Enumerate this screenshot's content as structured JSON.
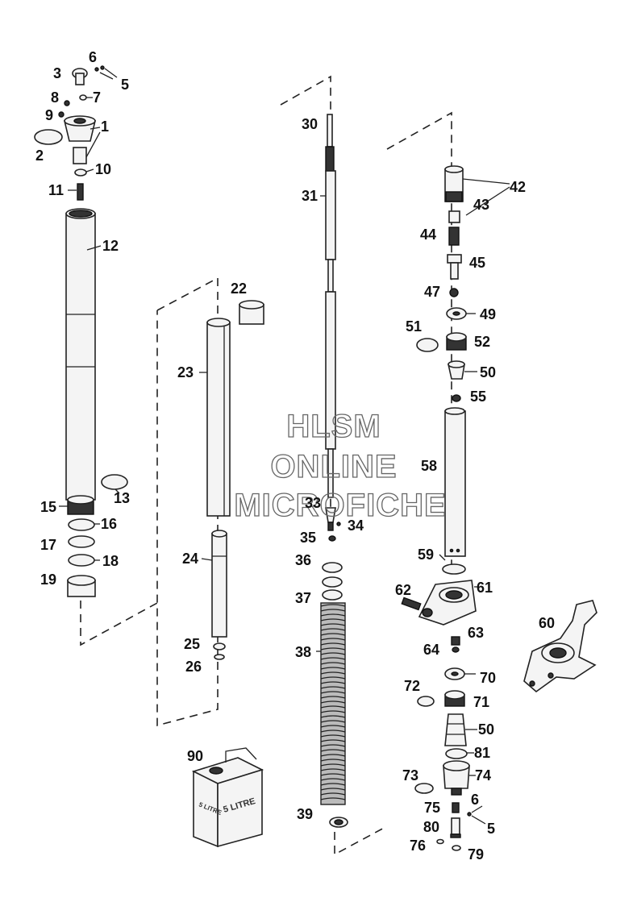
{
  "watermark": {
    "line1": "HLSM",
    "line2": "ONLINE",
    "line3": "MICROFICHE"
  },
  "can_text": {
    "small": "5 LITRE",
    "large": "5 LITRE"
  },
  "labels": {
    "l1": "1",
    "l2": "2",
    "l3": "3",
    "l5a": "5",
    "l5b": "5",
    "l6a": "6",
    "l6b": "6",
    "l7": "7",
    "l8": "8",
    "l9": "9",
    "l10": "10",
    "l11": "11",
    "l12": "12",
    "l13": "13",
    "l15": "15",
    "l16": "16",
    "l17": "17",
    "l18": "18",
    "l19": "19",
    "l22": "22",
    "l23": "23",
    "l24": "24",
    "l25": "25",
    "l26": "26",
    "l30": "30",
    "l31": "31",
    "l33": "33",
    "l34": "34",
    "l35": "35",
    "l36": "36",
    "l37": "37",
    "l38": "38",
    "l39": "39",
    "l42": "42",
    "l43": "43",
    "l44": "44",
    "l45": "45",
    "l47": "47",
    "l49": "49",
    "l50a": "50",
    "l50b": "50",
    "l51": "51",
    "l52": "52",
    "l55": "55",
    "l58": "58",
    "l59": "59",
    "l60": "60",
    "l61": "61",
    "l62": "62",
    "l63": "63",
    "l64": "64",
    "l70": "70",
    "l71": "71",
    "l72": "72",
    "l73": "73",
    "l74": "74",
    "l75": "75",
    "l76": "76",
    "l79": "79",
    "l80": "80",
    "l81": "81",
    "l90": "90"
  }
}
